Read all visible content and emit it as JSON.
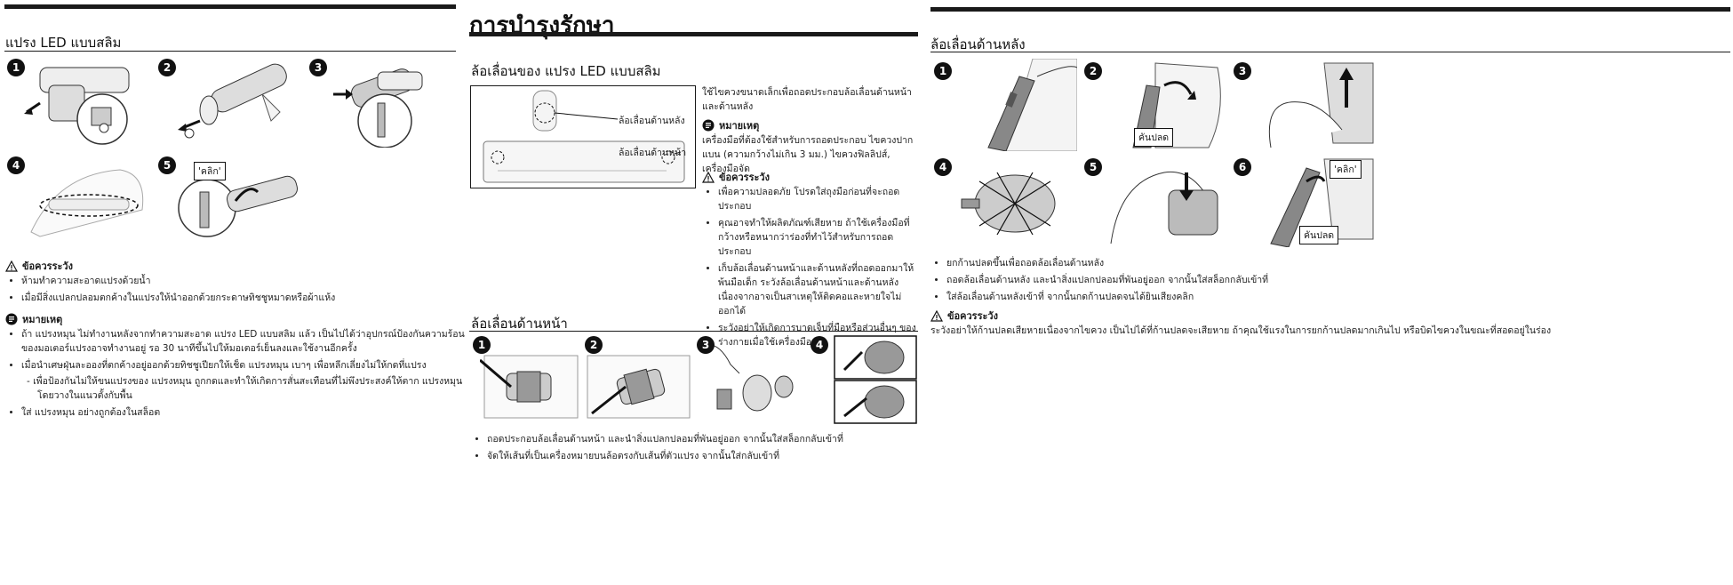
{
  "col1": {
    "section_title": "แปรง LED แบบสลิม",
    "steps": [
      "1",
      "2",
      "3",
      "4",
      "5"
    ],
    "click_label": "'คลิก'",
    "caution_title": "ข้อควรระวัง",
    "caution_items": [
      "ห้ามทำความสะอาดแปรงด้วยน้ำ",
      "เมื่อมีสิ่งแปลกปลอมตกค้างในแปรงให้นำออกด้วยกระดาษทิชชูหมาดหรือผ้าแห้ง"
    ],
    "note_title": "หมายเหตุ",
    "note_items": [
      "ถ้า แปรงหมุน ไม่ทำงานหลังจากทำความสะอาด แปรง LED แบบสลิม แล้ว เป็นไปได้ว่าอุปกรณ์ป้องกันความร้อนของมอเตอร์แปรงอาจทำงานอยู่ รอ 30 นาทีขึ้นไปให้มอเตอร์เย็นลงและใช้งานอีกครั้ง",
      "เมื่อนำเศษฝุ่นละอองที่ตกค้างอยู่ออกด้วยทิชชูเปียกให้เช็ด แปรงหมุน เบาๆ เพื่อหลีกเลี่ยงไม่ให้กดที่แปรง",
      "ใส่ แปรงหมุน อย่างถูกต้องในสล็อต"
    ],
    "note_sub": "เพื่อป้องกันไม่ให้ขนแปรงของ แปรงหมุน ถูกกดและทำให้เกิดการสั่นสะเทือนที่ไม่พึงประสงค์ให้ตาก แปรงหมุน โดยวางในแนวตั้งกับพื้น"
  },
  "col2": {
    "page_title": "การบำรุงรักษา",
    "section_title": "ล้อเลื่อนของ แปรง LED แบบสลิม",
    "label_rear": "ล้อเลื่อนด้านหลัง",
    "label_front": "ล้อเลื่อนด้านหน้า",
    "intro": "ใช้ไขควงขนาดเล็กเพื่อถอดประกอบล้อเลื่อนด้านหน้าและด้านหลัง",
    "note_title": "หมายเหตุ",
    "note_text": "เครื่องมือที่ต้องใช้สำหรับการถอดประกอบ ไขควงปากแบน (ความกว้างไม่เกิน 3 มม.) ไขควงฟิลลิปส์, เครื่องมือจัด",
    "caution_title": "ข้อควรระวัง",
    "caution_items": [
      "เพื่อความปลอดภัย โปรดใส่ถุงมือก่อนที่จะถอดประกอบ",
      "คุณอาจทำให้ผลิตภัณฑ์เสียหาย ถ้าใช้เครื่องมือที่กว้างหรือหนากว่าร่องที่ทำไว้สำหรับการถอดประกอบ",
      "เก็บล้อเลื่อนด้านหน้าและด้านหลังที่ถอดออกมาให้พ้นมือเด็ก ระวังล้อเลื่อนด้านหน้าและด้านหลัง เนื่องจากอาจเป็นสาเหตุให้ติดคอและหายใจไม่ออกได้",
      "ระวังอย่าให้เกิดการบาดเจ็บที่มือหรือส่วนอื่นๆ ของร่างกายเมื่อใช้เครื่องมือ"
    ],
    "front_title": "ล้อเลื่อนด้านหน้า",
    "front_steps": [
      "1",
      "2",
      "3",
      "4"
    ],
    "front_items": [
      "ถอดประกอบล้อเลื่อนด้านหน้า และนำสิ่งแปลกปลอมที่พันอยู่ออก จากนั้นใส่สล็อกกลับเข้าที่",
      "จัดให้เส้นที่เป็นเครื่องหมายบนล้อตรงกับเส้นที่ตัวแปรง จากนั้นใส่กลับเข้าที่"
    ]
  },
  "col3": {
    "section_title": "ล้อเลื่อนด้านหลัง",
    "steps": [
      "1",
      "2",
      "3",
      "4",
      "5",
      "6"
    ],
    "lever_label": "คันปลด",
    "click_label": "'คลิก'",
    "items": [
      "ยกก้านปลดขึ้นเพื่อถอดล้อเลื่อนด้านหลัง",
      "ถอดล้อเลื่อนด้านหลัง และนำสิ่งแปลกปลอมที่พันอยู่ออก จากนั้นใส่สล็อกกลับเข้าที่",
      "ใส่ล้อเลื่อนด้านหลังเข้าที่ จากนั้นกดก้านปลดจนได้ยินเสียงคลิก"
    ],
    "caution_title": "ข้อควรระวัง",
    "caution_text": "ระวังอย่าให้ก้านปลดเสียหายเนื่องจากไขควง เป็นไปได้ที่ก้านปลดจะเสียหาย ถ้าคุณใช้แรงในการยกก้านปลดมากเกินไป หรือบิดไขควงในขณะที่สอดอยู่ในร่อง"
  }
}
